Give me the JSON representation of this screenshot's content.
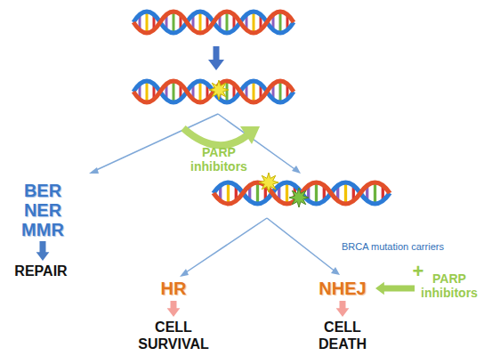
{
  "diagram": {
    "nodes": [
      {
        "text": [
          "BER NER MMR"
        ]
      },
      {
        "text": [
          "REPAIR"
        ]
      },
      {
        "text": [
          "HR"
        ]
      },
      {
        "text": [
          "CELL SURVIVAL"
        ]
      },
      {
        "text": [
          "NHEJ"
        ]
      },
      {
        "text": [
          "CELL DEATH"
        ]
      },
      {
        "text": [
          "PARP inhibitors"
        ]
      }
    ],
    "edges": [
      {
        "from": 0,
        "to": 1,
        "arrow": "to"
      },
      {
        "from": 2,
        "to": 3,
        "arrow": "to"
      },
      {
        "from": 4,
        "to": 5,
        "arrow": "to"
      },
      {
        "from": 6,
        "to": 4,
        "label": "+",
        "arrow": "to"
      }
    ],
    "labels": [
      "PARP inhibitors",
      "BRCA mutation carriers"
    ]
  }
}
